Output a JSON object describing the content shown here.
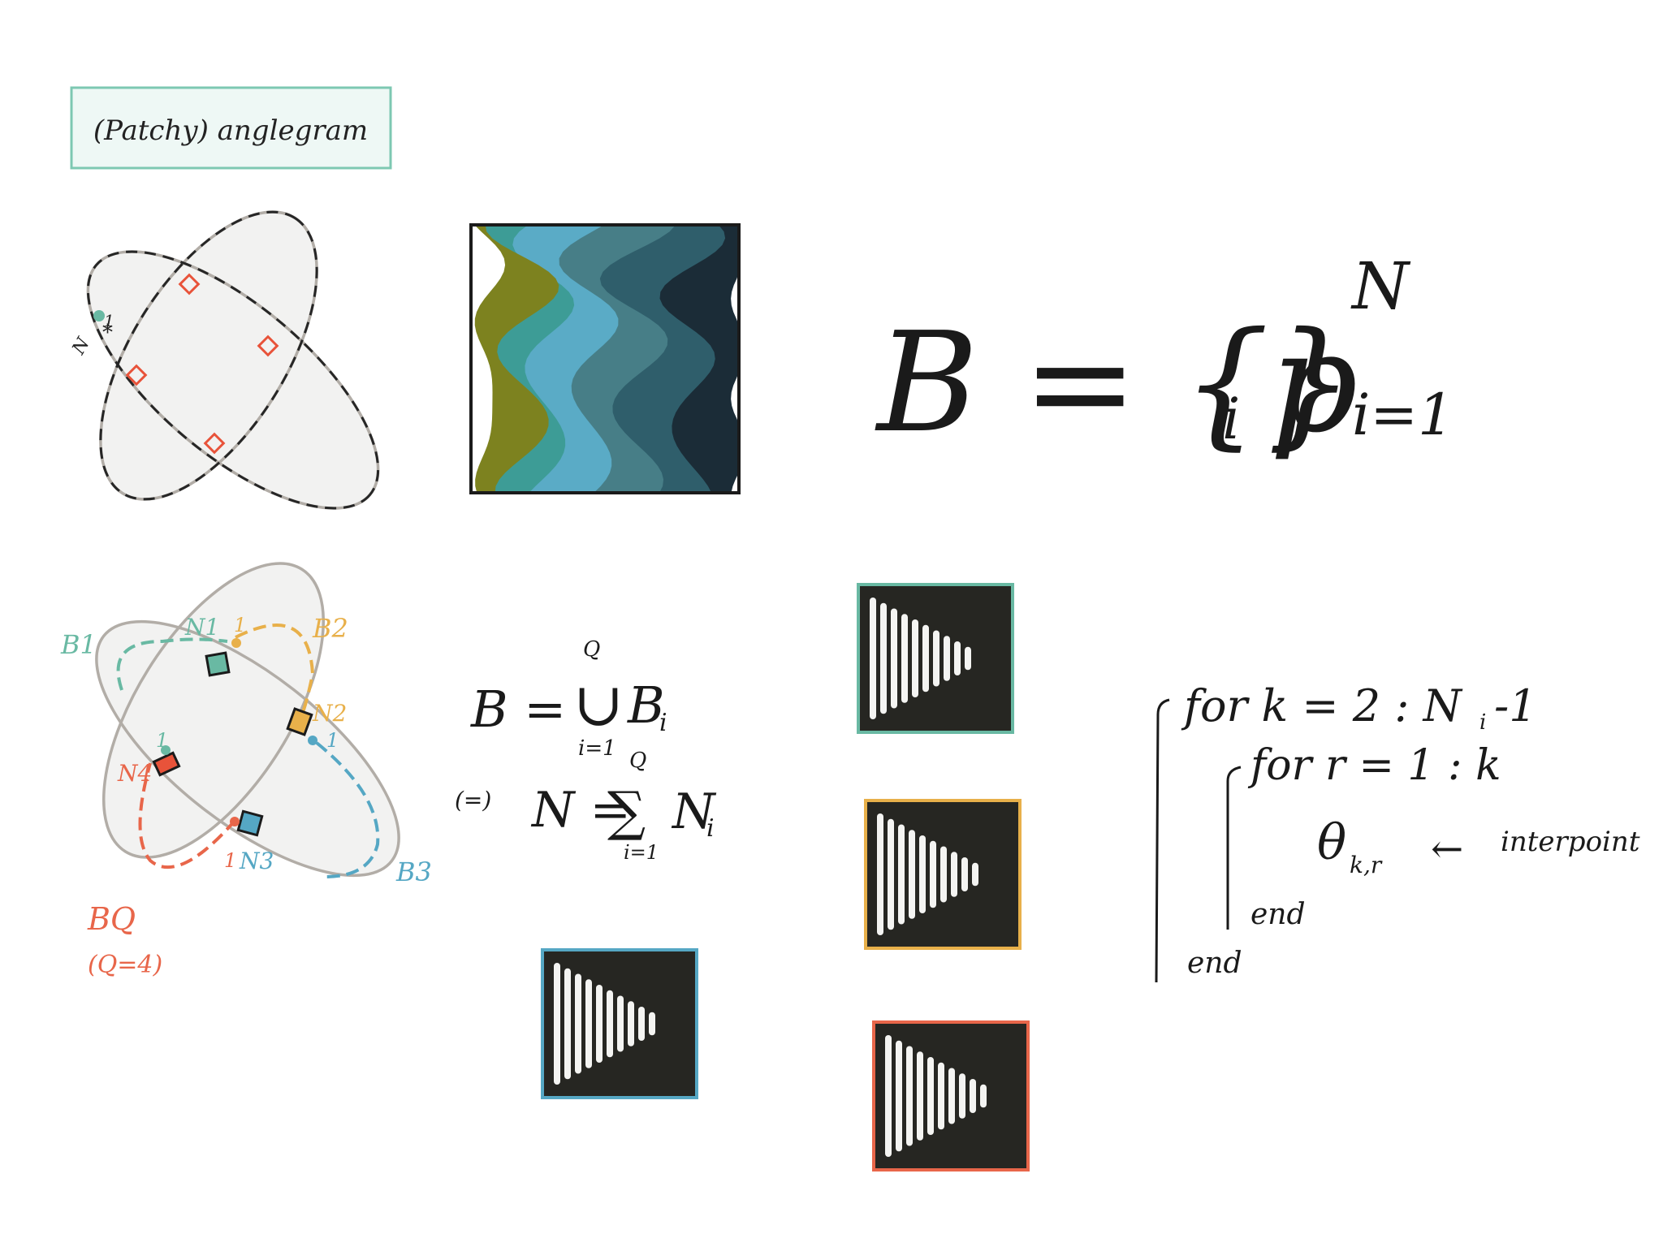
{
  "title_box": {
    "text": "(Patchy) anglegram",
    "border_color": "#7dc8b2",
    "fill_color": "#eef8f5"
  },
  "colors": {
    "teal": "#69b9a3",
    "orange": "#e8b04a",
    "blue": "#55a7c4",
    "red": "#e8664a",
    "marker_red": "#e8533a",
    "dark": "#262626",
    "gray": "#b2ada7",
    "ellipse_fill": "#f2f2f1"
  },
  "top_sketch": {
    "labels": {
      "start": "1",
      "end": "N"
    },
    "marker_icon": "diamond-marker-icon"
  },
  "heatmap": {
    "palette": [
      "#ffffff",
      "#7d821f",
      "#3d9c96",
      "#5aabc6",
      "#477e87",
      "#2f5e6b",
      "#1b2c37"
    ]
  },
  "formula_top": {
    "main": "B = {p",
    "sub": "i",
    "close": "}",
    "upper": "N",
    "lower": "i=1"
  },
  "bottom_sketch": {
    "labels": {
      "B1": "B1",
      "B2": "B2",
      "B3": "B3",
      "BQ": "BQ",
      "Q_note": "(Q=4)",
      "N1": "N1",
      "N2": "N2",
      "N3": "N3",
      "N4": "N4",
      "one_a": "1",
      "one_b": "1",
      "one_c": "1",
      "one_d": "1"
    }
  },
  "union_formula": {
    "lhs": "B =",
    "op": "∪",
    "body": "B",
    "sub": "i",
    "top": "Q",
    "bottom": "i=1"
  },
  "sum_formula": {
    "prefix": "(=)",
    "lhs": "N =",
    "op": "∑",
    "body": "N",
    "sub": "i",
    "top": "Q",
    "bottom": "i=1"
  },
  "thumbnails": [
    {
      "border": "#69b9a3"
    },
    {
      "border": "#e8b04a"
    },
    {
      "border": "#55a7c4"
    },
    {
      "border": "#e8664a"
    }
  ],
  "pseudocode": {
    "line1": "for k = 2 : N",
    "line1_sub": "i",
    "line1_end": "-1",
    "line2": "for r = 1 : k",
    "theta": "θ",
    "theta_sub": "k,r",
    "arrow": "←",
    "note": "interpoint",
    "end_inner": "end",
    "end_outer": "end"
  }
}
